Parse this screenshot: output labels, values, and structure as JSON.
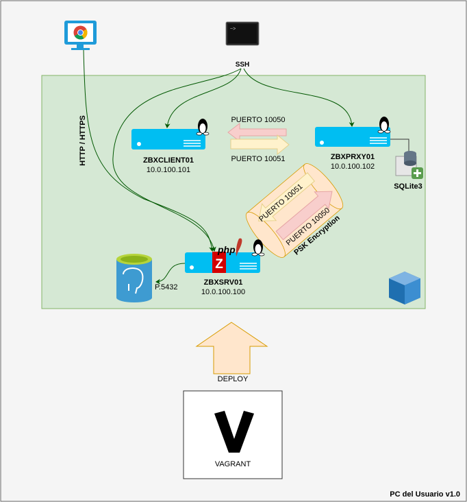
{
  "footer": "PC del Usuario v1.0",
  "ssh_label": "SSH",
  "http_label": "HTTP / HTTPS",
  "nodes": {
    "client": {
      "name": "ZBXCLIENT01",
      "ip": "10.0.100.101"
    },
    "proxy": {
      "name": "ZBXPRXY01",
      "ip": "10.0.100.102"
    },
    "server": {
      "name": "ZBXSRV01",
      "ip": "10.0.100.100"
    }
  },
  "ports": {
    "p10050": "PUERTO 10050",
    "p10051": "PUERTO 10051"
  },
  "psk_label": "PSK Encryption",
  "postgres_port": "P.5432",
  "sqlite_label": "SQLite3",
  "deploy_label": "DEPLOY",
  "vagrant_label": "VAGRANT",
  "php_logo": "php",
  "colors": {
    "vm_area": "#d5e8d4",
    "server": "#00bef2",
    "edge": "#005700",
    "deploy": "#ffe6cc"
  }
}
